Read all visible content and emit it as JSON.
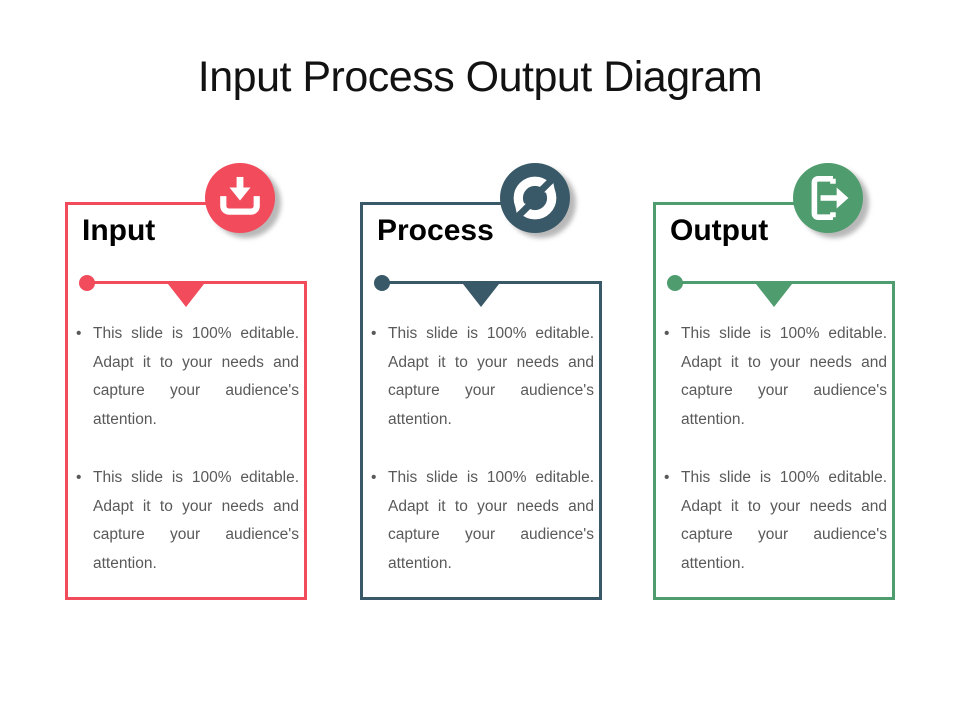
{
  "slide": {
    "title": "Input Process Output Diagram"
  },
  "bullet_char": "•",
  "cards": [
    {
      "label": "Input",
      "accent": "#F14B5C",
      "icon": "download-icon",
      "bullets": [
        "This slide is 100% editable. Adapt it to your needs and capture your audience's attention.",
        "This slide is 100% editable. Adapt it to your needs and capture your audience's attention."
      ]
    },
    {
      "label": "Process",
      "accent": "#3A5968",
      "icon": "cycle-icon",
      "bullets": [
        "This slide is 100% editable. Adapt it to your needs and capture your audience's attention.",
        "This slide is 100% editable. Adapt it to your needs and capture your audience's attention."
      ]
    },
    {
      "label": "Output",
      "accent": "#4F9C6E",
      "icon": "export-icon",
      "bullets": [
        "This slide is 100% editable. Adapt it to your needs and capture your audience's attention.",
        "This slide is 100% editable. Adapt it to your needs and capture your audience's attention."
      ]
    }
  ],
  "colors": {
    "background": "#FFFFFF",
    "body_text": "#595959",
    "title_text": "#121212"
  }
}
